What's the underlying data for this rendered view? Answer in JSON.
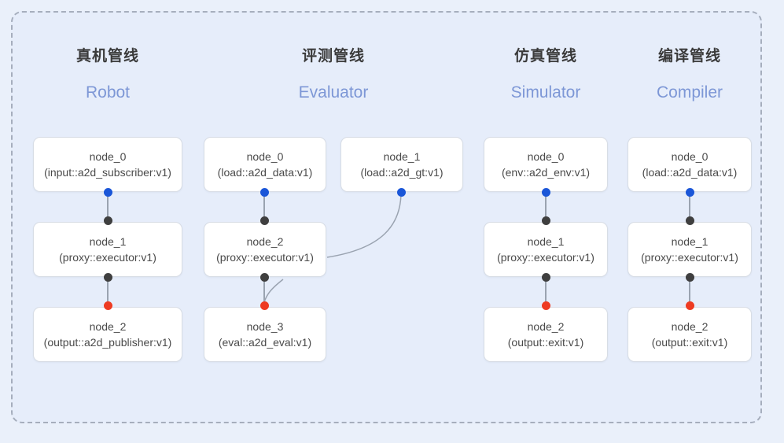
{
  "panel": {
    "background_color": "#e6edfa",
    "border_color": "#a6aebd",
    "outer_background_color": "#eaf0fa"
  },
  "palette": {
    "title_color": "#3b3b3b",
    "subtitle_color": "#7d97d6",
    "node_text_color": "#4a4a4a",
    "node_background": "#ffffff",
    "node_border": "#d8dde5",
    "port_out_color": "#1a56d8",
    "port_in_color": "#3f3f3f",
    "port_final_color": "#ee3b22",
    "edge_color": "#9aa3b0"
  },
  "columns": [
    {
      "id": "robot",
      "title": "真机管线",
      "subtitle": "Robot",
      "nodes": [
        {
          "id": "node_0",
          "type": "(input::a2d_subscriber:v1)"
        },
        {
          "id": "node_1",
          "type": "(proxy::executor:v1)"
        },
        {
          "id": "node_2",
          "type": "(output::a2d_publisher:v1)"
        }
      ]
    },
    {
      "id": "evaluator",
      "title": "评测管线",
      "subtitle": "Evaluator",
      "nodes": [
        {
          "id": "node_0",
          "type": "(load::a2d_data:v1)"
        },
        {
          "id": "node_1",
          "type": "(load::a2d_gt:v1)"
        },
        {
          "id": "node_2",
          "type": "(proxy::executor:v1)"
        },
        {
          "id": "node_3",
          "type": "(eval::a2d_eval:v1)"
        }
      ]
    },
    {
      "id": "simulator",
      "title": "仿真管线",
      "subtitle": "Simulator",
      "nodes": [
        {
          "id": "node_0",
          "type": "(env::a2d_env:v1)"
        },
        {
          "id": "node_1",
          "type": "(proxy::executor:v1)"
        },
        {
          "id": "node_2",
          "type": "(output::exit:v1)"
        }
      ]
    },
    {
      "id": "compiler",
      "title": "编译管线",
      "subtitle": "Compiler",
      "nodes": [
        {
          "id": "node_0",
          "type": "(load::a2d_data:v1)"
        },
        {
          "id": "node_1",
          "type": "(proxy::executor:v1)"
        },
        {
          "id": "node_2",
          "type": "(output::exit:v1)"
        }
      ]
    }
  ]
}
